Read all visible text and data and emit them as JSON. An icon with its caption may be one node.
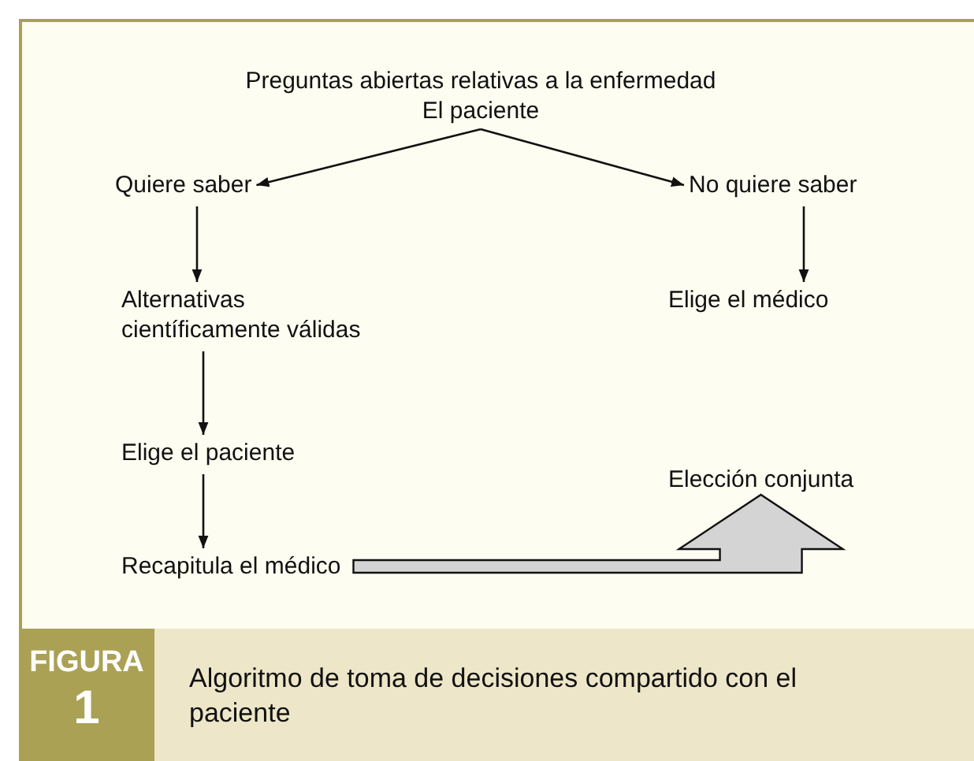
{
  "diagram": {
    "caption": "Algoritmo de toma de decisiones compartido con el paciente",
    "nodes": [
      {
        "text": [
          "Preguntas abiertas relativas a la enfermedad",
          "El paciente"
        ]
      },
      {
        "text": [
          "Quiere saber"
        ]
      },
      {
        "text": [
          "No quiere saber"
        ]
      },
      {
        "text": [
          "Alternativas científicamente válidas"
        ]
      },
      {
        "text": [
          "Elige el médico"
        ]
      },
      {
        "text": [
          "Elige el paciente"
        ]
      },
      {
        "text": [
          "Recapitula el médico"
        ]
      },
      {
        "text": [
          "Elección conjunta"
        ]
      }
    ],
    "edges": [
      {
        "from": 0,
        "to": 1,
        "arrow": "to"
      },
      {
        "from": 0,
        "to": 2,
        "arrow": "to"
      },
      {
        "from": 1,
        "to": 3,
        "arrow": "to"
      },
      {
        "from": 2,
        "to": 4,
        "arrow": "to"
      },
      {
        "from": 3,
        "to": 5,
        "arrow": "to"
      },
      {
        "from": 5,
        "to": 6,
        "arrow": "to"
      },
      {
        "from": 6,
        "to": 7,
        "arrow": "to",
        "style": "thick"
      }
    ],
    "labels": [
      "FIGURA",
      "1"
    ]
  }
}
